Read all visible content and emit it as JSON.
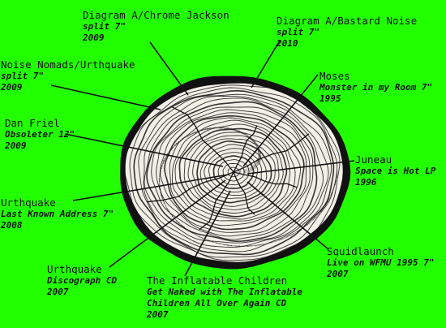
{
  "colors": {
    "background": "#22ff00",
    "ink": "#111111",
    "wood": "#f1efe6"
  },
  "releases": [
    {
      "artist": "Diagram A/Chrome Jackson",
      "format": "split 7\"",
      "year": "2009"
    },
    {
      "artist": "Diagram A/Bastard Noise",
      "format": "split 7\"",
      "year": "2010"
    },
    {
      "artist": "Noise Nomads/Urthquake",
      "format": "split 7\"",
      "year": "2009"
    },
    {
      "artist": "Moses",
      "format": "Monster in my Room 7\"",
      "year": "1995"
    },
    {
      "artist": "Dan Friel",
      "format": "Obsoleter 12\"",
      "year": "2009"
    },
    {
      "artist": "Juneau",
      "format": "Space is Hot LP",
      "year": "1996"
    },
    {
      "artist": "Urthquake",
      "format": "Last Known Address 7\"",
      "year": "2008"
    },
    {
      "artist": "Squidlaunch",
      "format": "Live on WFMU 1995 7\"",
      "year": "2007"
    },
    {
      "artist": "Urthquake",
      "format": "Discograph CD",
      "year": "2007"
    },
    {
      "artist": "The Inflatable Children",
      "format": "Get Naked with The Inflatable Children All Over Again CD",
      "format_line2": "",
      "year": "2007"
    }
  ]
}
